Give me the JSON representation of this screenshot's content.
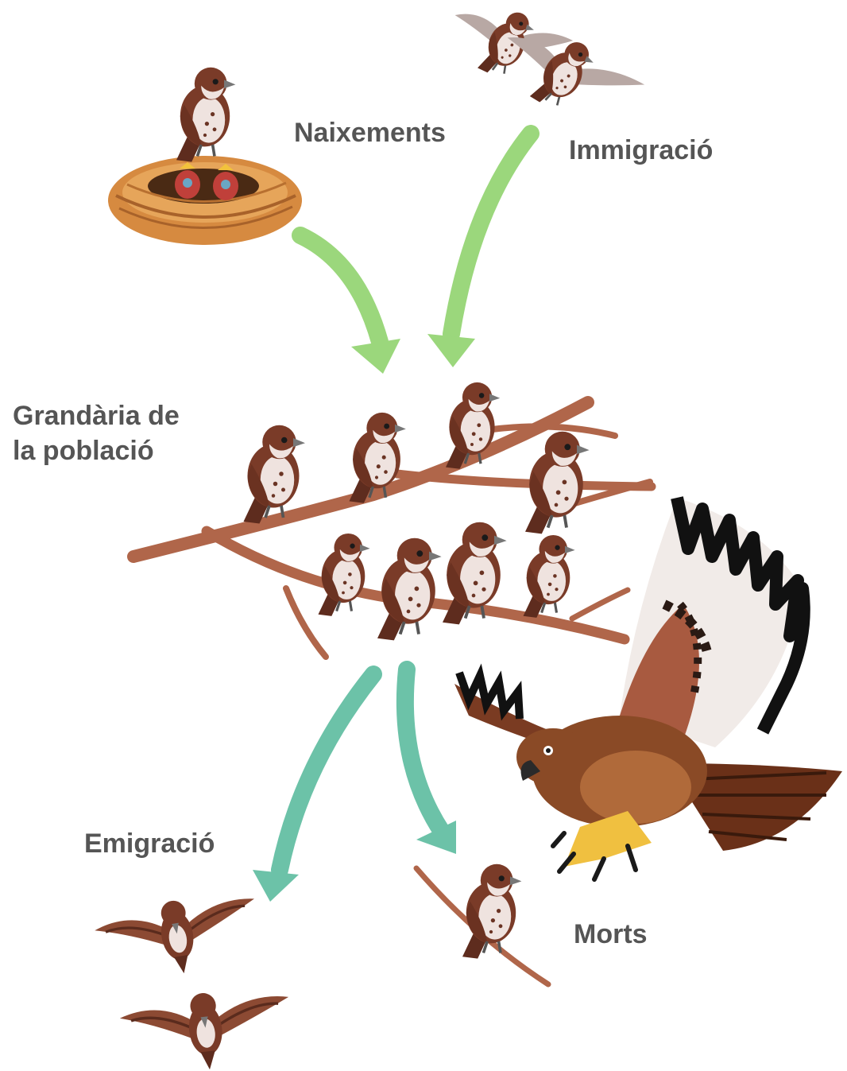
{
  "labels": {
    "births": "Naixements",
    "immigration": "Immigració",
    "population_line1": "Grandària de",
    "population_line2": "la població",
    "emigration": "Emigració",
    "deaths": "Morts"
  },
  "colors": {
    "inflow_arrow": "#9bd77c",
    "outflow_arrow": "#6cc2a8",
    "label_text": "#555555",
    "sparrow_body": "#7a3b28",
    "sparrow_belly": "#efe3df",
    "branch": "#b0664a",
    "nest": "#d68a40",
    "hawk_wing_light": "#f1ebe8",
    "hawk_wing_tip": "#111111",
    "hawk_body": "#8a4a26",
    "hawk_feet": "#f0c040"
  },
  "icons": {
    "nest": "nest-with-chicks-icon",
    "flying_birds": "flying-sparrow-icon",
    "perched_bird": "perched-sparrow-icon",
    "predator": "hawk-icon"
  }
}
